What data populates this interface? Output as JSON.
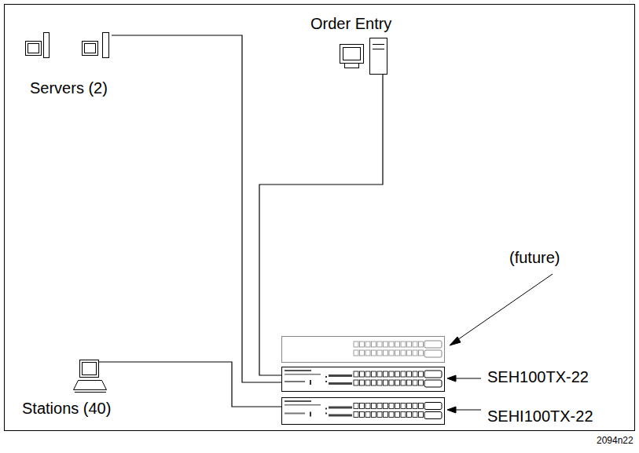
{
  "diagram": {
    "nodes": [
      {
        "text": [
          "Servers (2)"
        ]
      },
      {
        "text": [
          "Order Entry"
        ]
      },
      {
        "text": [
          "Stations (40)"
        ]
      },
      {
        "text": [
          "(future)"
        ]
      },
      {
        "text": [
          "SEH100TX-22"
        ]
      },
      {
        "text": [
          "SEHI100TX-22"
        ]
      }
    ],
    "edges": [
      {
        "from": 0,
        "to": 4,
        "arrow": "none"
      },
      {
        "from": 1,
        "to": 4,
        "arrow": "none"
      },
      {
        "from": 2,
        "to": 5,
        "arrow": "none"
      }
    ],
    "labels": [
      "2094n22"
    ]
  }
}
